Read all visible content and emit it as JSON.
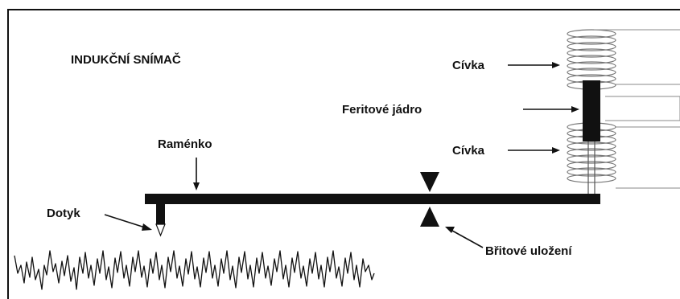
{
  "title": "INDUKČNÍ SNÍMAČ",
  "labels": {
    "coil_top": "Cívka",
    "ferrite_core": "Feritové jádro",
    "coil_bottom": "Cívka",
    "arm": "Raménko",
    "stylus": "Dotyk",
    "knife_edge": "Břitové uložení"
  },
  "colors": {
    "ink": "#111111",
    "coil_stroke": "#777777",
    "background": "#ffffff"
  }
}
